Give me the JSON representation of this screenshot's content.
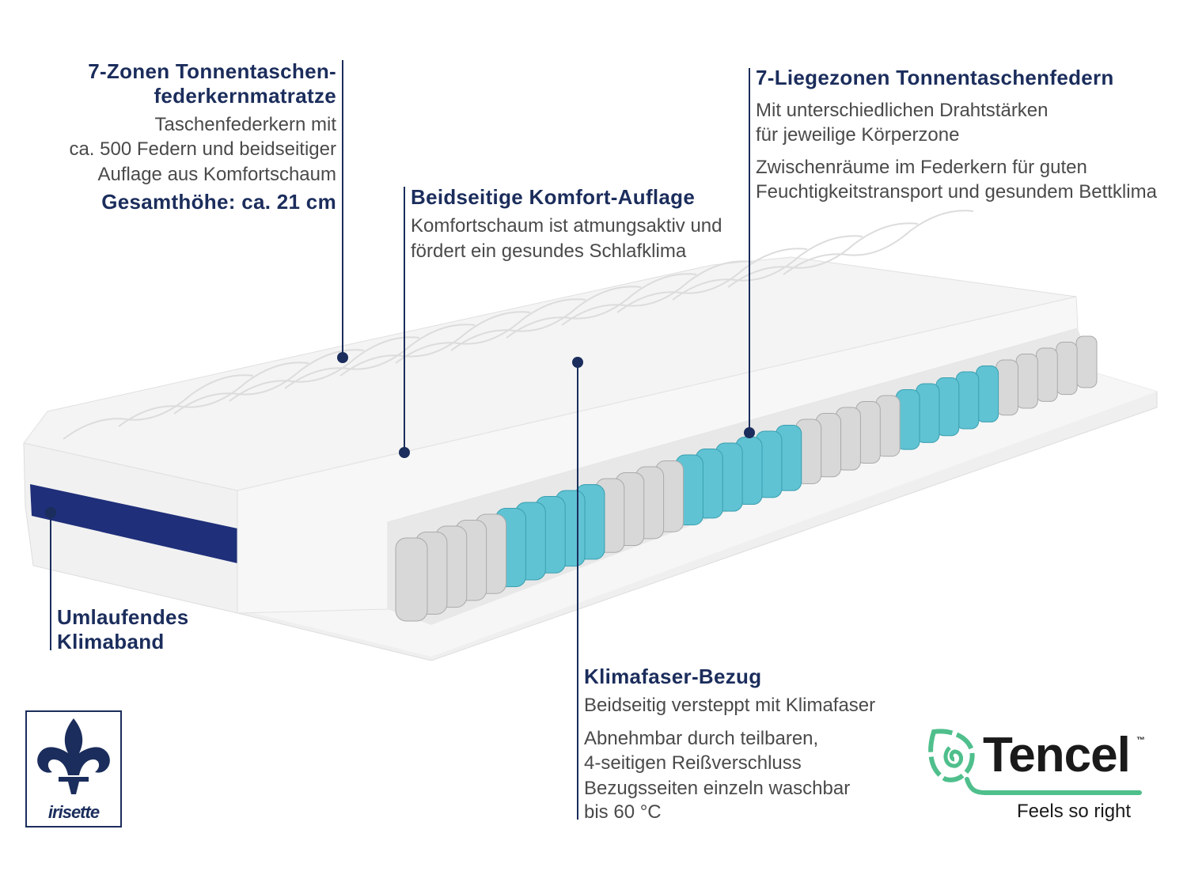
{
  "left_block": {
    "title_lines": [
      "7-Zonen Tonnentaschen-",
      "federkernmatratze"
    ],
    "body_lines": [
      "Taschenfederkern mit",
      "ca. 500 Federn und beidseitiger",
      "Auflage aus Komfortschaum"
    ],
    "height": "Gesamthöhe: ca. 21 cm"
  },
  "middle_block": {
    "title": "Beidseitige Komfort-Auflage",
    "body_lines": [
      "Komfortschaum ist atmungsaktiv und",
      "fördert ein gesundes Schlafklima"
    ]
  },
  "right_block": {
    "title": "7-Liegezonen Tonnentaschenfedern",
    "body_lines": [
      "Mit unterschiedlichen Drahtstärken",
      "für jeweilige Körperzone",
      "Zwischenräume im Federkern für guten",
      "Feuchtigkeitstransport und gesundem Bettklima"
    ]
  },
  "band_block": {
    "title_lines": [
      "Umlaufendes",
      "Klimaband"
    ]
  },
  "cover_block": {
    "title": "Klimafaser-Bezug",
    "body_lines": [
      "Beidseitig versteppt mit Klimafaser",
      "Abnehmbar durch teilbaren,",
      "4-seitigen Reißverschluss",
      "Bezugsseiten einzeln waschbar",
      "bis 60 °C"
    ]
  },
  "brand_logo": {
    "name": "irisette"
  },
  "tencel_logo": {
    "name": "Tencel",
    "tm": "™",
    "tagline": "Feels so right"
  },
  "colors": {
    "navy": "#1b2d5c",
    "spring_blue": "#5fc3d3",
    "spring_gray": "#d8d8d8",
    "tencel_green": "#4fbf8c"
  }
}
